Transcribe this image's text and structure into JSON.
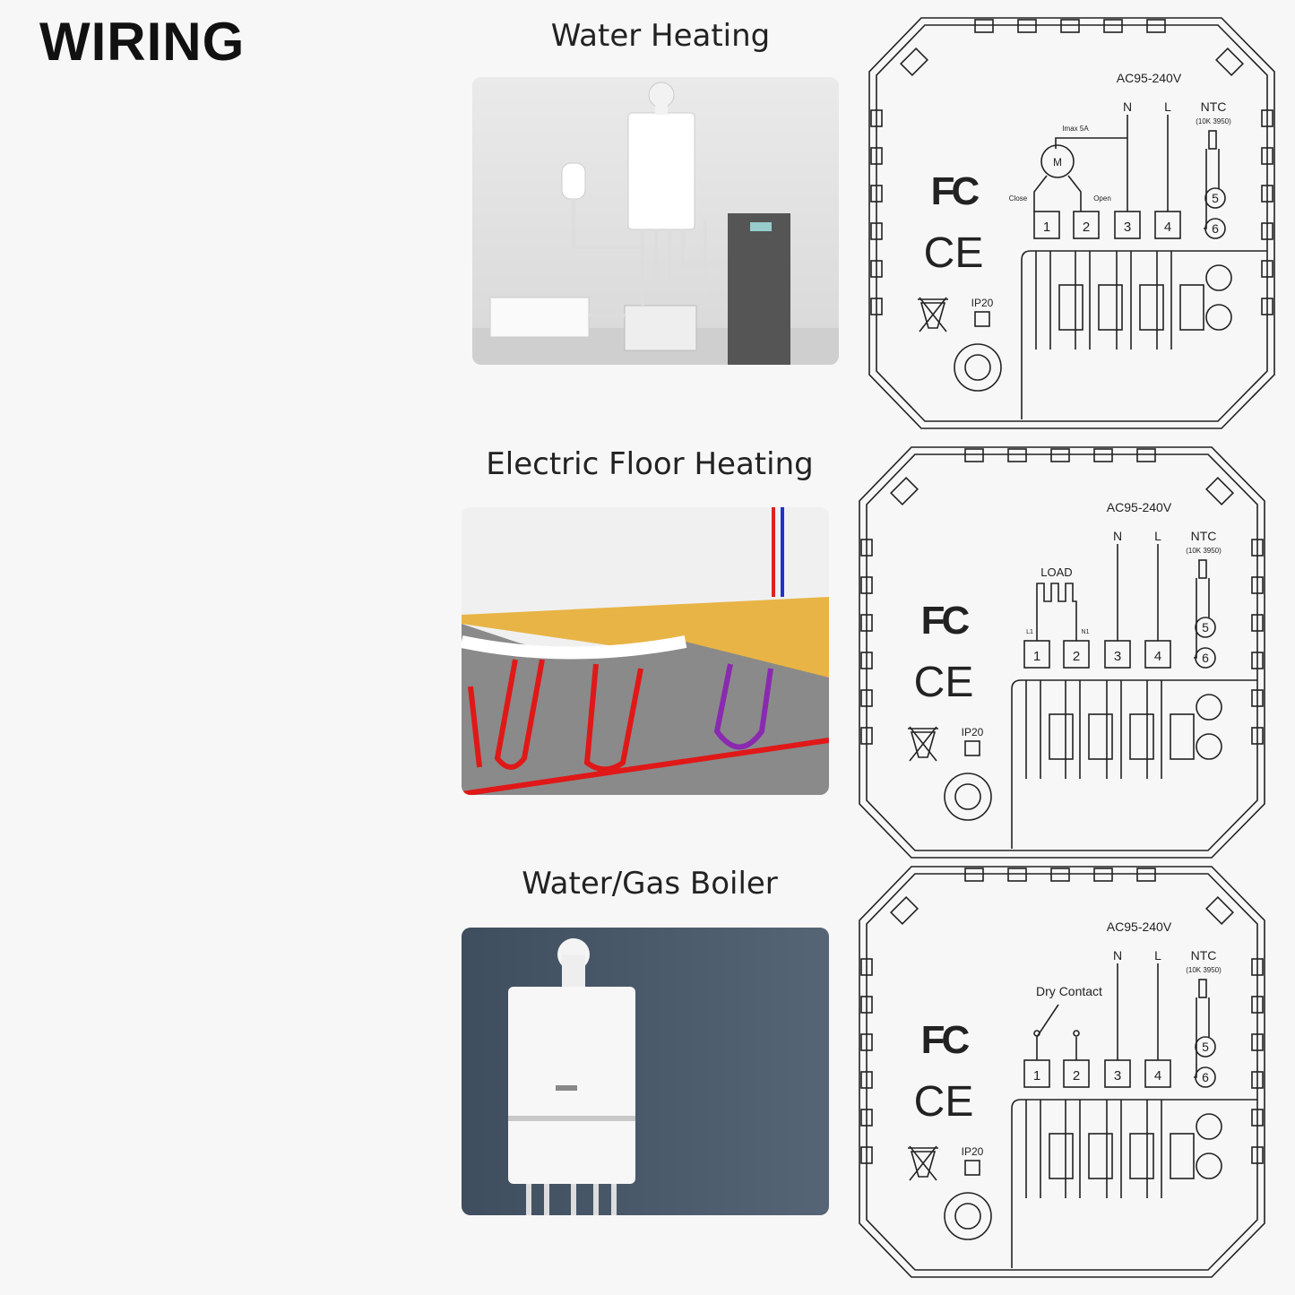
{
  "page_title": "WIRING",
  "sections": [
    {
      "heading": "Water Heating",
      "load_type": "valve",
      "panel": {
        "voltage": "AC95-240V",
        "n": "N",
        "l": "L",
        "ntc": "NTC",
        "ntc_spec": "(10K  3950)",
        "terminals": [
          "1",
          "2",
          "3",
          "4"
        ],
        "sensor_terminals": [
          "5",
          "6"
        ],
        "ip": "IP20",
        "fc": "FC",
        "ce": "CE",
        "current": "Imax 5A",
        "close": "Close",
        "open": "Open",
        "motor": "M"
      }
    },
    {
      "heading": "Electric Floor Heating",
      "load_type": "load",
      "panel": {
        "voltage": "AC95-240V",
        "n": "N",
        "l": "L",
        "ntc": "NTC",
        "ntc_spec": "(10K  3950)",
        "terminals": [
          "1",
          "2",
          "3",
          "4"
        ],
        "sensor_terminals": [
          "5",
          "6"
        ],
        "ip": "IP20",
        "fc": "FC",
        "ce": "CE",
        "load": "LOAD",
        "l1": "L1",
        "n1": "N1"
      }
    },
    {
      "heading": "Water/Gas Boiler",
      "load_type": "dry",
      "panel": {
        "voltage": "AC95-240V",
        "n": "N",
        "l": "L",
        "ntc": "NTC",
        "ntc_spec": "(10K  3950)",
        "terminals": [
          "1",
          "2",
          "3",
          "4"
        ],
        "sensor_terminals": [
          "5",
          "6"
        ],
        "ip": "IP20",
        "fc": "FC",
        "ce": "CE",
        "dry": "Dry Contact"
      }
    }
  ]
}
